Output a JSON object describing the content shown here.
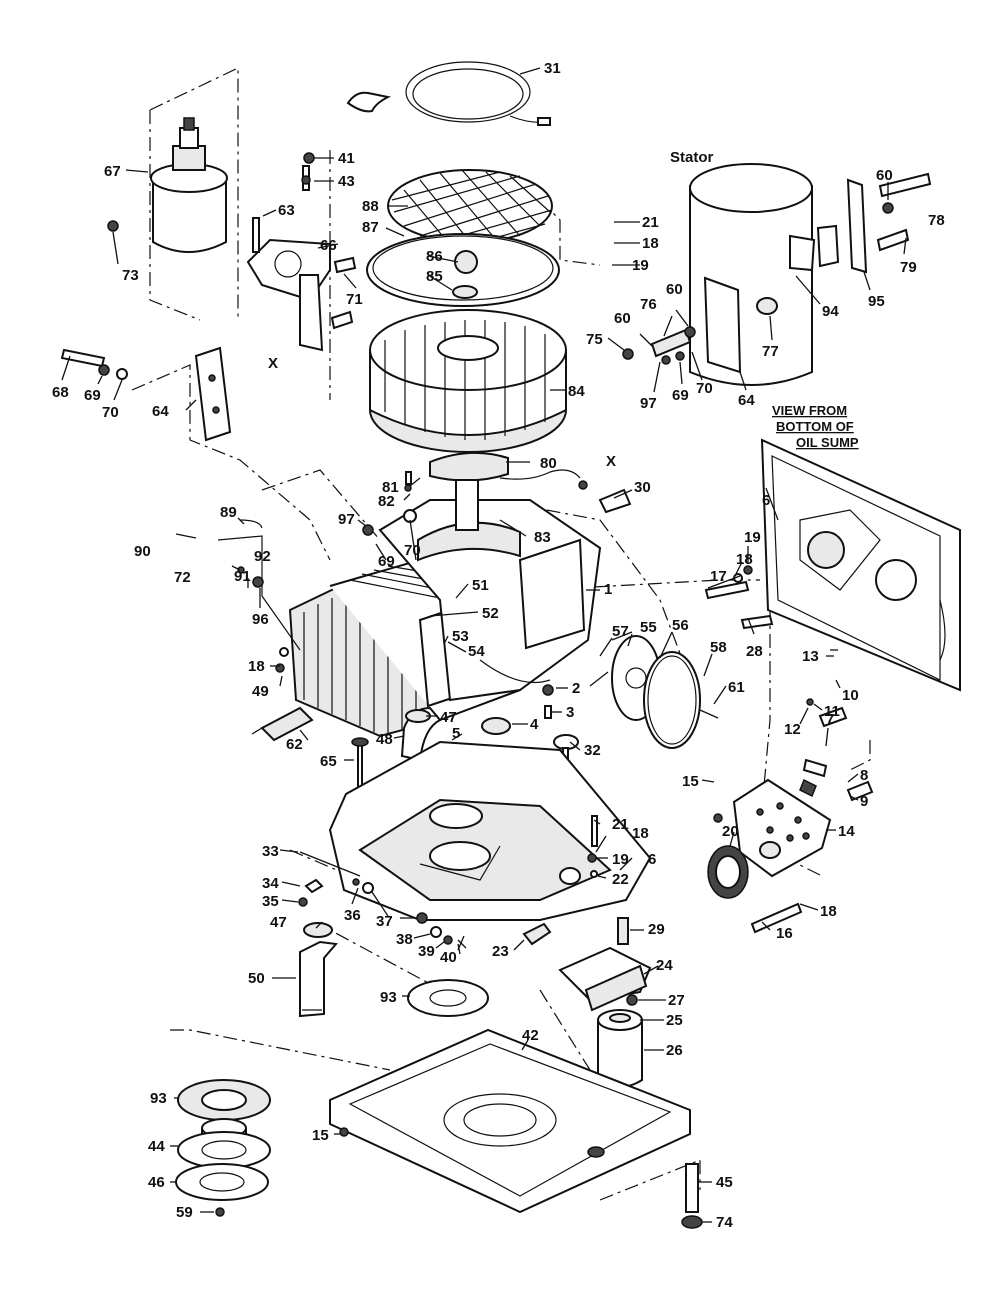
{
  "colors": {
    "ink": "#111111",
    "paper": "#ffffff",
    "shade": "#e9e9e9",
    "dark": "#444444"
  },
  "captions": {
    "stator": "Stator",
    "view_line1": "VIEW FROM",
    "view_line2": "BOTTOM OF",
    "view_line3": "OIL SUMP",
    "x_mark_1": "X",
    "x_mark_2": "X"
  },
  "part_callouts": [
    {
      "id": "31",
      "label": "31"
    },
    {
      "id": "67",
      "label": "67"
    },
    {
      "id": "41",
      "label": "41"
    },
    {
      "id": "43",
      "label": "43"
    },
    {
      "id": "73",
      "label": "73"
    },
    {
      "id": "63",
      "label": "63"
    },
    {
      "id": "66",
      "label": "66"
    },
    {
      "id": "71",
      "label": "71"
    },
    {
      "id": "88",
      "label": "88"
    },
    {
      "id": "87",
      "label": "87"
    },
    {
      "id": "86",
      "label": "86"
    },
    {
      "id": "85",
      "label": "85"
    },
    {
      "id": "21a",
      "label": "21"
    },
    {
      "id": "18a",
      "label": "18"
    },
    {
      "id": "19a",
      "label": "19"
    },
    {
      "id": "60a",
      "label": "60"
    },
    {
      "id": "78",
      "label": "78"
    },
    {
      "id": "79",
      "label": "79"
    },
    {
      "id": "94",
      "label": "94"
    },
    {
      "id": "95",
      "label": "95"
    },
    {
      "id": "60b",
      "label": "60"
    },
    {
      "id": "76",
      "label": "76"
    },
    {
      "id": "60c",
      "label": "60"
    },
    {
      "id": "75",
      "label": "75"
    },
    {
      "id": "77",
      "label": "77"
    },
    {
      "id": "97a",
      "label": "97"
    },
    {
      "id": "69a",
      "label": "69"
    },
    {
      "id": "70a",
      "label": "70"
    },
    {
      "id": "64a",
      "label": "64"
    },
    {
      "id": "68",
      "label": "68"
    },
    {
      "id": "69b",
      "label": "69"
    },
    {
      "id": "70b",
      "label": "70"
    },
    {
      "id": "64b",
      "label": "64"
    },
    {
      "id": "84",
      "label": "84"
    },
    {
      "id": "80",
      "label": "80"
    },
    {
      "id": "81",
      "label": "81"
    },
    {
      "id": "82",
      "label": "82"
    },
    {
      "id": "30",
      "label": "30"
    },
    {
      "id": "97b",
      "label": "97"
    },
    {
      "id": "83",
      "label": "83"
    },
    {
      "id": "89",
      "label": "89"
    },
    {
      "id": "90",
      "label": "90"
    },
    {
      "id": "92",
      "label": "92"
    },
    {
      "id": "72",
      "label": "72"
    },
    {
      "id": "69c",
      "label": "69"
    },
    {
      "id": "70c",
      "label": "70"
    },
    {
      "id": "6a",
      "label": "6"
    },
    {
      "id": "19b",
      "label": "19"
    },
    {
      "id": "18b",
      "label": "18"
    },
    {
      "id": "17",
      "label": "17"
    },
    {
      "id": "1",
      "label": "1"
    },
    {
      "id": "51",
      "label": "51"
    },
    {
      "id": "52",
      "label": "52"
    },
    {
      "id": "91",
      "label": "91"
    },
    {
      "id": "96",
      "label": "96"
    },
    {
      "id": "53",
      "label": "53"
    },
    {
      "id": "54",
      "label": "54"
    },
    {
      "id": "57",
      "label": "57"
    },
    {
      "id": "55",
      "label": "55"
    },
    {
      "id": "56",
      "label": "56"
    },
    {
      "id": "28",
      "label": "28"
    },
    {
      "id": "58",
      "label": "58"
    },
    {
      "id": "13",
      "label": "13"
    },
    {
      "id": "18c",
      "label": "18"
    },
    {
      "id": "49",
      "label": "49"
    },
    {
      "id": "2",
      "label": "2"
    },
    {
      "id": "61",
      "label": "61"
    },
    {
      "id": "10",
      "label": "10"
    },
    {
      "id": "3",
      "label": "3"
    },
    {
      "id": "11",
      "label": "11"
    },
    {
      "id": "47a",
      "label": "47"
    },
    {
      "id": "4",
      "label": "4"
    },
    {
      "id": "12",
      "label": "12"
    },
    {
      "id": "62",
      "label": "62"
    },
    {
      "id": "48",
      "label": "48"
    },
    {
      "id": "5",
      "label": "5"
    },
    {
      "id": "7",
      "label": "7"
    },
    {
      "id": "32",
      "label": "32"
    },
    {
      "id": "65",
      "label": "65"
    },
    {
      "id": "8",
      "label": "8"
    },
    {
      "id": "15a",
      "label": "15"
    },
    {
      "id": "9",
      "label": "9"
    },
    {
      "id": "14",
      "label": "14"
    },
    {
      "id": "21b",
      "label": "21"
    },
    {
      "id": "18d",
      "label": "18"
    },
    {
      "id": "20",
      "label": "20"
    },
    {
      "id": "33",
      "label": "33"
    },
    {
      "id": "19c",
      "label": "19"
    },
    {
      "id": "6b",
      "label": "6"
    },
    {
      "id": "22",
      "label": "22"
    },
    {
      "id": "34",
      "label": "34"
    },
    {
      "id": "35",
      "label": "35"
    },
    {
      "id": "36",
      "label": "36"
    },
    {
      "id": "37",
      "label": "37"
    },
    {
      "id": "18e",
      "label": "18"
    },
    {
      "id": "47b",
      "label": "47"
    },
    {
      "id": "16",
      "label": "16"
    },
    {
      "id": "29",
      "label": "29"
    },
    {
      "id": "38",
      "label": "38"
    },
    {
      "id": "39",
      "label": "39"
    },
    {
      "id": "40",
      "label": "40"
    },
    {
      "id": "23",
      "label": "23"
    },
    {
      "id": "24",
      "label": "24"
    },
    {
      "id": "50",
      "label": "50"
    },
    {
      "id": "27",
      "label": "27"
    },
    {
      "id": "93a",
      "label": "93"
    },
    {
      "id": "25",
      "label": "25"
    },
    {
      "id": "42",
      "label": "42"
    },
    {
      "id": "26",
      "label": "26"
    },
    {
      "id": "93b",
      "label": "93"
    },
    {
      "id": "15b",
      "label": "15"
    },
    {
      "id": "44",
      "label": "44"
    },
    {
      "id": "46",
      "label": "46"
    },
    {
      "id": "45",
      "label": "45"
    },
    {
      "id": "59",
      "label": "59"
    },
    {
      "id": "74",
      "label": "74"
    }
  ]
}
